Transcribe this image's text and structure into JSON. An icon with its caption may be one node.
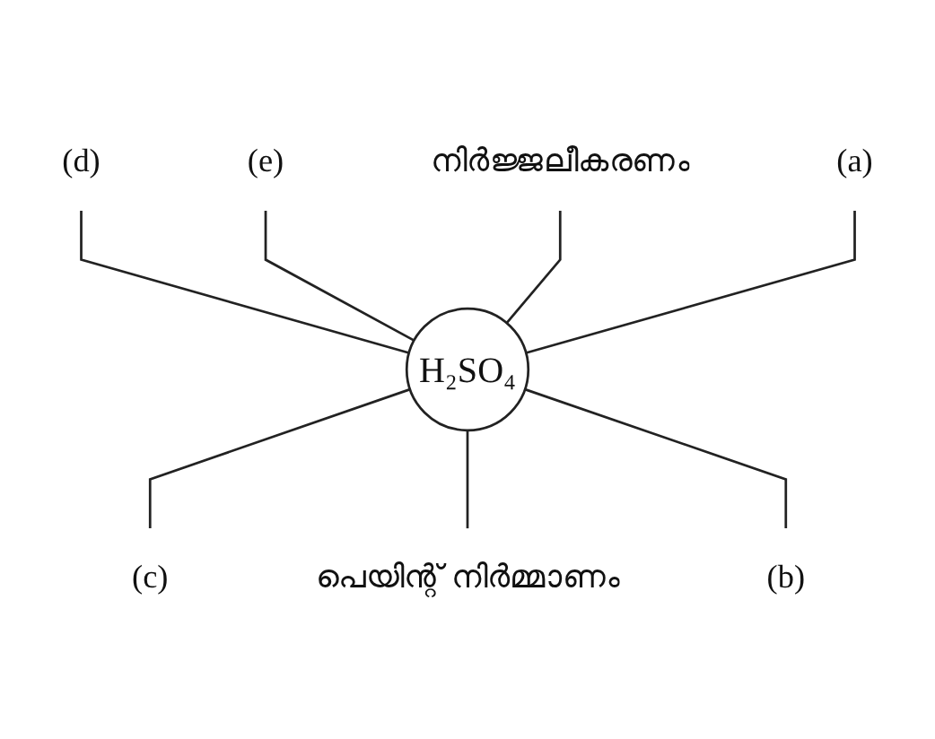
{
  "diagram": {
    "nodes": [
      {
        "text": [
          "നിർജ്ജലീകരണം"
        ]
      },
      {
        "text": [
          "(e)"
        ]
      },
      {
        "text": [
          "(a)"
        ]
      },
      {
        "text": [
          "(d)"
        ]
      },
      {
        "text": [
          "H₂SO₄"
        ]
      },
      {
        "text": [
          "(c)"
        ]
      },
      {
        "text": [
          "(b)"
        ]
      },
      {
        "text": [
          "പെയിന്റ് നിർമ്മാണം"
        ]
      }
    ],
    "edges": [
      {
        "from": 3,
        "to": 4,
        "arrow": "none"
      },
      {
        "from": 1,
        "to": 4,
        "arrow": "none"
      },
      {
        "from": 0,
        "to": 4,
        "arrow": "none"
      },
      {
        "from": 2,
        "to": 4,
        "arrow": "none"
      },
      {
        "from": 4,
        "to": 5,
        "arrow": "none"
      },
      {
        "from": 4,
        "to": 7,
        "arrow": "none"
      },
      {
        "from": 4,
        "to": 6,
        "arrow": "none"
      }
    ]
  }
}
